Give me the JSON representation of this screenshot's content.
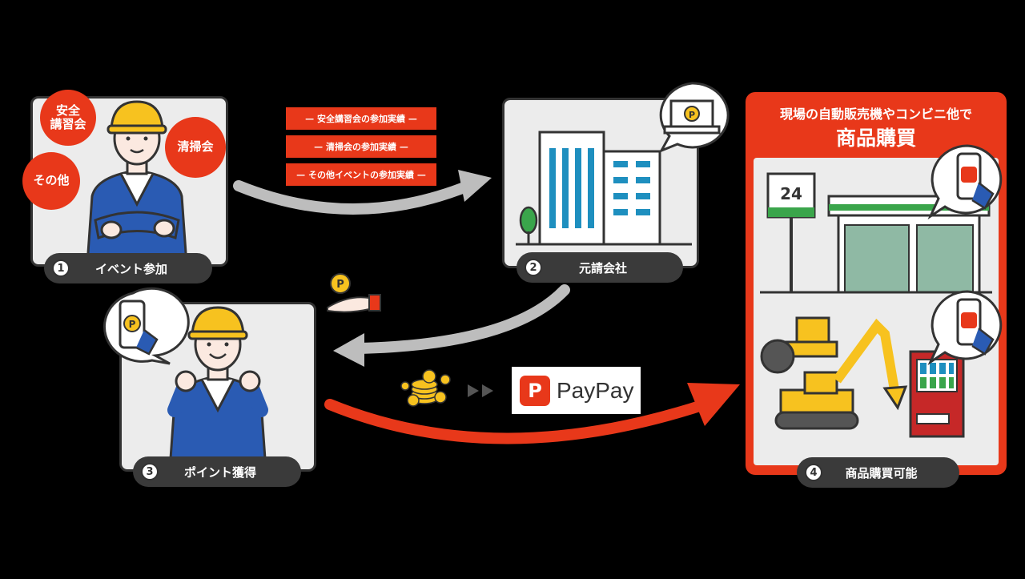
{
  "colors": {
    "accent": "#e8381a",
    "card": "#ececec",
    "outline": "#333333",
    "helmet": "#f7c21f",
    "uniform": "#2a5bb3"
  },
  "step1": {
    "number": "1",
    "label": "イベント参加",
    "badges": {
      "safety": "安全\n講習会",
      "cleaning": "清掃会",
      "other": "その他"
    }
  },
  "tags": [
    "— 安全講習会の参加実績 —",
    "— 清掃会の参加実績 —",
    "— その他イベントの参加実績 —"
  ],
  "step2": {
    "number": "2",
    "label": "元請会社",
    "laptop_icon": "point-laptop-icon"
  },
  "step3": {
    "number": "3",
    "label": "ポイント獲得",
    "phone_icon": "point-phone-icon"
  },
  "step4": {
    "number": "4",
    "label": "商品購買可能",
    "header_line1": "現場の自動販売機やコンビニ他で",
    "header_line2": "商品購買",
    "store_sign": "24"
  },
  "paypay": {
    "logo_glyph": "P",
    "brand": "PayPay"
  },
  "icons": {
    "point_coin": "P"
  }
}
